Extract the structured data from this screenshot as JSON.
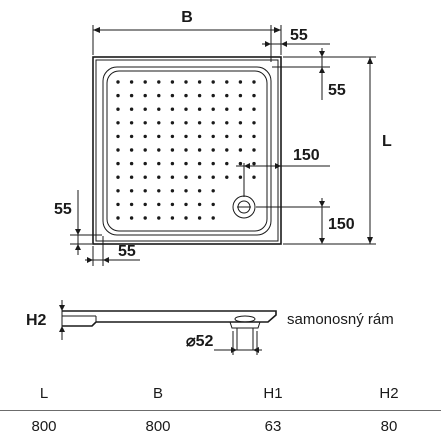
{
  "diagram": {
    "labels": {
      "B": "B",
      "L": "L",
      "top_margin": "55",
      "right_margin": "55",
      "left_margin": "55",
      "bottom_margin": "55",
      "drain_x": "150",
      "drain_y": "150",
      "H2": "H2",
      "drain_diameter": "⌀52",
      "frame_note": "samonosný rám"
    }
  },
  "table": {
    "headers": [
      "L",
      "B",
      "H1",
      "H2"
    ],
    "values": [
      "800",
      "800",
      "63",
      "80"
    ]
  }
}
